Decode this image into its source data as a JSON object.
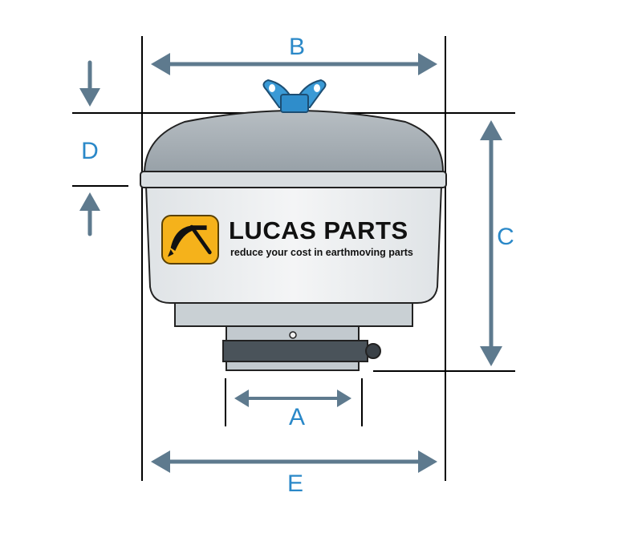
{
  "dimensions": {
    "a": "A",
    "b": "B",
    "c": "C",
    "d": "D",
    "e": "E"
  },
  "brand": {
    "name": "LUCAS PARTS",
    "tagline": "reduce your cost in earthmoving parts",
    "logo_color": "#f5b21b"
  },
  "colors": {
    "dimension_lines": "#5e7a8e",
    "dimension_labels": "#2a88c8",
    "wing_nut": "#3a9ad6",
    "filter_body": "#e9ecee",
    "filter_cap": "#a9b1b7"
  }
}
